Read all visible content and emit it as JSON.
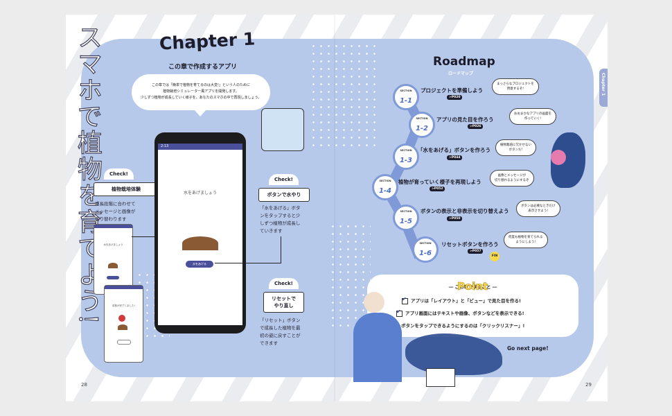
{
  "left_page": {
    "vertical_title": "スマホで植物を育てよう!",
    "chapter_heading": "Chapter 1",
    "bubble": {
      "title": "この章で作成するアプリ",
      "lines": [
        "この章では「簡単で植物を育てるのは大変!」という人のために",
        "植物栽培シミュレーター風アプリを開発します。",
        "少しずつ植物が成長していく様子を、あなたのスマホの中で再現しましょう。"
      ]
    },
    "check1": {
      "tag": "Check!",
      "label": "植物栽培体験",
      "text": [
        "成長段階に合わせて",
        "メッセージと画像が",
        "切り替わります"
      ]
    },
    "check2": {
      "tag": "Check!",
      "label": "ボタンで水やり",
      "text": [
        "「水をあげる」ボタ",
        "ンをタップすると少",
        "しずつ植物が成長し",
        "ていきます"
      ]
    },
    "check3": {
      "tag": "Check!",
      "label_line1": "リセットで",
      "label_line2": "やり直し",
      "text": [
        "「リセット」ボタン",
        "で成長した植物を最",
        "初の姿に戻すことが",
        "できます"
      ]
    },
    "phone": {
      "status_time": "2:13",
      "message": "水をあげましょう",
      "button": "水をあげる"
    },
    "mini1_message": "水をあげましょう",
    "mini2_message": "成長が完了しました!",
    "page_number": "28"
  },
  "right_page": {
    "roadmap_title": "Roadmap",
    "roadmap_subtitle": "ロードマップ",
    "chapter_tab": "Chapter 1",
    "section_label": "SECTION",
    "steps": [
      {
        "num": "1-1",
        "title": "プロジェクトを準備しよう",
        "page": ">P020",
        "note": [
          "まっさらなプロジェクトを",
          "用意するぞ!"
        ]
      },
      {
        "num": "1-2",
        "title": "アプリの見た目を作ろう",
        "page": ">P026",
        "note": [
          "おおまかなアプリの画面を",
          "作っていく!"
        ]
      },
      {
        "num": "1-3",
        "title": "「水をあげる」ボタンを作ろう",
        "page": ">P044",
        "note": [
          "植物栽培に欠かせない",
          "ボタンだ!"
        ]
      },
      {
        "num": "1-4",
        "title": "植物が育っていく様子を再現しよう",
        "page": ">P052",
        "note": [
          "画像とメッセージが",
          "切り替わるようにするぞ"
        ]
      },
      {
        "num": "1-5",
        "title": "ボタンの表示と非表示を切り替えよう",
        "page": ">P050",
        "note": [
          "ボタンは必要なときだけ",
          "表示させよう!"
        ]
      },
      {
        "num": "1-6",
        "title": "リセットボタンを作ろう",
        "page": ">P057",
        "note": [
          "何度も植物を育てられる",
          "ようにしよう!"
        ]
      }
    ],
    "fin": "FIN",
    "point": {
      "title": "Point",
      "subtitle": "― この章で学ぶこと ―",
      "items": [
        "アプリは「レイアウト」と「ビュー」で見た目を作る!",
        "アプリ画面にはテキストや画像、ボタンなどを表示できる!",
        "ボタンをタップできるようにするのは「クリックリスナー」!"
      ]
    },
    "go_next": "Go next page!",
    "page_number": "29"
  },
  "colors": {
    "panel": "#b7c9ea",
    "accent": "#4a4f9a",
    "road": "#7f9ad6",
    "point": "#f7d94a"
  }
}
